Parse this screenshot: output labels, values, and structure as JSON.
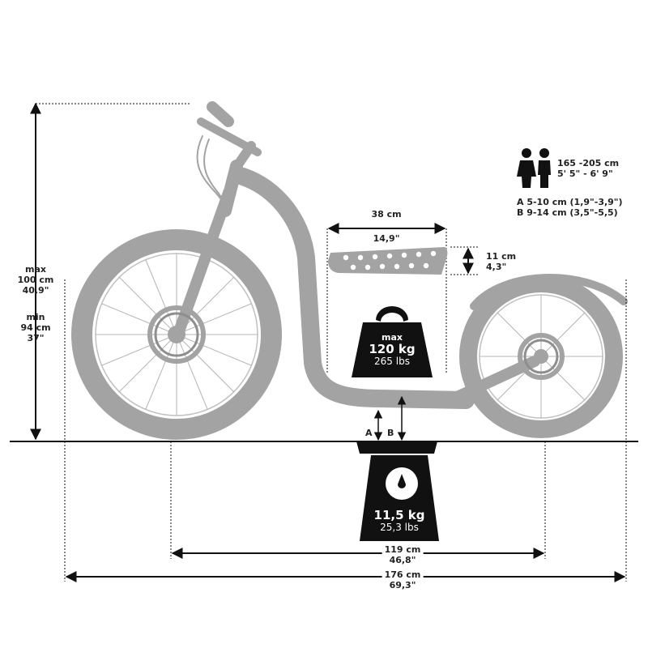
{
  "colors": {
    "scooter": "#a3a3a3",
    "ink": "#111111",
    "text": "#222222",
    "white": "#ffffff"
  },
  "icons": {
    "riders": "person-pair-icon",
    "weight": "kettlebell-icon",
    "scale": "scale-icon"
  },
  "height": {
    "max_label": "max",
    "max_cm": "100 cm",
    "max_in": "40,9\"",
    "min_label": "min",
    "min_cm": "94 cm",
    "min_in": "37\""
  },
  "rider": {
    "cm": "165 -205 cm",
    "ft": "5' 5\" - 6' 9\""
  },
  "clearance": {
    "a": "A 5-10 cm (1,9\"-3,9\")",
    "b": "B 9-14 cm (3,5\"-5,5)",
    "a_marker": "A",
    "b_marker": "B"
  },
  "deck": {
    "length_cm": "38 cm",
    "length_in": "14,9\"",
    "width_cm": "11 cm",
    "width_in": "4,3\""
  },
  "max_load": {
    "label": "max",
    "kg": "120 kg",
    "lbs": "265 lbs"
  },
  "weight": {
    "kg": "11,5 kg",
    "lbs": "25,3 lbs"
  },
  "wheelbase": {
    "cm": "119 cm",
    "in": "46,8\""
  },
  "total_length": {
    "cm": "176 cm",
    "in": "69,3\""
  }
}
